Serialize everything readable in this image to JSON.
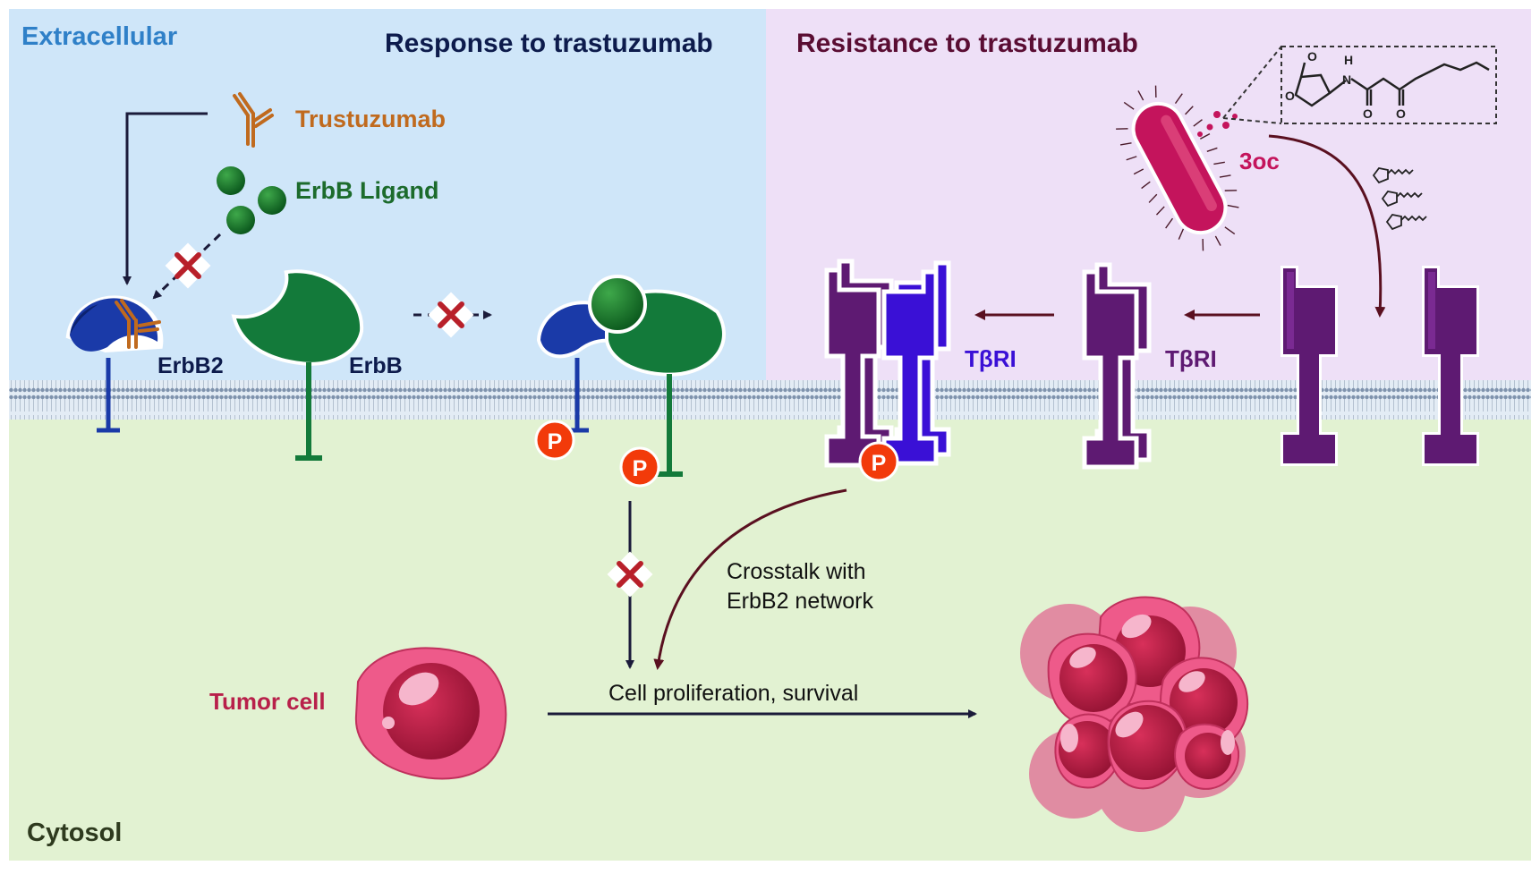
{
  "regions": {
    "extracellular": "Extracellular",
    "cytosol": "Cytosol"
  },
  "panels": {
    "response_title": "Response to trastuzumab",
    "resistance_title": "Resistance to trastuzumab"
  },
  "labels": {
    "trastuzumab": "Trustuzumab",
    "erbb_ligand": "ErbB Ligand",
    "erbb2": "ErbB2",
    "erbb": "ErbB",
    "tbri_1": "TβRI",
    "tbri_2": "TβRI",
    "oc3": "3oc",
    "crosstalk_line1": "Crosstalk with",
    "crosstalk_line2": "ErbB2 network",
    "proliferation": "Cell proliferation, survival",
    "tumor_cell": "Tumor cell",
    "phospho": "P",
    "molecule_h": "H",
    "molecule_n": "N",
    "molecule_o": "O"
  },
  "colors": {
    "extracellular_left": "#cfe6f9",
    "extracellular_right": "#eee0f7",
    "cytosol": "#e2f2d2",
    "extracellular_label": "#2f80c8",
    "response_title": "#0d1b4c",
    "resistance_title": "#5a0d33",
    "trastuzumab": "#c06a1e",
    "erbb_ligand": "#1c6b2c",
    "erbb2": "#1a3aa8",
    "erbb": "#137a3a",
    "tbri_purple": "#5e1a72",
    "tbri_blue": "#3a10d6",
    "phospho": "#f23a0a",
    "cross": "#b8202a",
    "bacterium": "#c4145c",
    "tumor_cell_label": "#b8204a",
    "tumor": "#e0407a",
    "cytosol_label": "#2e3a1e"
  }
}
